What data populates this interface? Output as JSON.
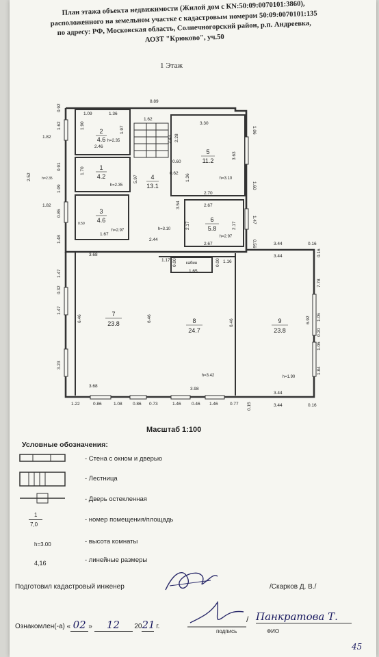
{
  "header": {
    "lines": [
      "План этажа объекта недвижимости (Жилой дом с КN:50:09:0070101:3860),",
      "расположенного на земельном участке с кадастровым номером 50:09:0070101:135",
      "по адресу: РФ, Московская область, Солнечногорский район, р.п. Андреевка,",
      "АОЗТ \"Крюково\", уч.50"
    ],
    "floor": "1 Этаж"
  },
  "plan": {
    "rooms": [
      {
        "num": "1",
        "area": "4.2",
        "height": "h=2.35"
      },
      {
        "num": "2",
        "area": "4.6",
        "height": "h=2.35"
      },
      {
        "num": "3",
        "area": "4.6",
        "height": "h=2.97"
      },
      {
        "num": "4",
        "area": "13.1",
        "height": "h=3.10"
      },
      {
        "num": "5",
        "area": "11.2",
        "height": "h=3.10"
      },
      {
        "num": "6",
        "area": "5.8",
        "height": "h=2.97"
      },
      {
        "num": "7",
        "area": "23.8",
        "height": ""
      },
      {
        "num": "8",
        "area": "24.7",
        "height": "h=3.42"
      },
      {
        "num": "9",
        "area": "23.8",
        "height": "h=1.90"
      }
    ],
    "top_overall": "8.89",
    "dims_top": [
      "1.09",
      "1.36",
      "1.62",
      "3.30"
    ],
    "dims_left": [
      "0.92",
      "1.62",
      "0.91",
      "1.09",
      "0.85",
      "1.48",
      "1.47",
      "0.32",
      "1.47",
      "3.23"
    ],
    "dims_left_outer": [
      "1.82",
      "1.82",
      "2.52"
    ],
    "dims_right": [
      "1.06",
      "1.60",
      "1.47",
      "0.56"
    ],
    "dims_inner": [
      "1.90",
      "1.97",
      "2.46",
      "1.70",
      "2.43",
      "5.97",
      "2.28",
      "0.60",
      "0.62",
      "1.36",
      "3.63",
      "2.70",
      "2.67",
      "3.54",
      "2.17",
      "2.17",
      "2.67",
      "2.44",
      "1.17",
      "0.00",
      "0.00",
      "1.16",
      "1.65",
      "3.68",
      "6.46",
      "6.46",
      "6.46",
      "6.92",
      "3.68",
      "3.98",
      "1.67",
      "0.59"
    ],
    "dims_right_block": [
      "3.44",
      "0.16",
      "3.44",
      "7.78",
      "1.05",
      "0.20",
      "1.05",
      "1.84",
      "3.44",
      "3.44",
      "0.16",
      "0.16"
    ],
    "dims_bottom": [
      "1.22",
      "0.86",
      "1.08",
      "0.86",
      "0.73",
      "1.46",
      "0.46",
      "1.46",
      "0.77",
      "0.15"
    ],
    "cabin_label": "кабин",
    "stair_label": "h=2.35"
  },
  "scale": "Масштаб 1:100",
  "legend": {
    "title": "Условные обозначения:",
    "items": [
      "- Стена с окном и дверью",
      "- Лестница",
      "- Дверь остекленная",
      "- номер помещения/площадь",
      "- высота комнаты",
      "- линейные размеры"
    ],
    "room_example_num": "1",
    "room_example_area": "7,0",
    "height_example": "h=3.00",
    "dim_example": "4,16"
  },
  "footer": {
    "prepared": "Подготовил кадастровый инженер",
    "engineer": "/Скарков Д. В./",
    "acquainted": "Ознакомлен(-а)",
    "day": "02",
    "month": "12",
    "year_prefix": "20",
    "year_suffix": "21",
    "year_unit": "г.",
    "sign_label": "подпись",
    "fio_label": "ФИО",
    "fio_hand": "Панкратова Т.",
    "page_num": "45"
  }
}
